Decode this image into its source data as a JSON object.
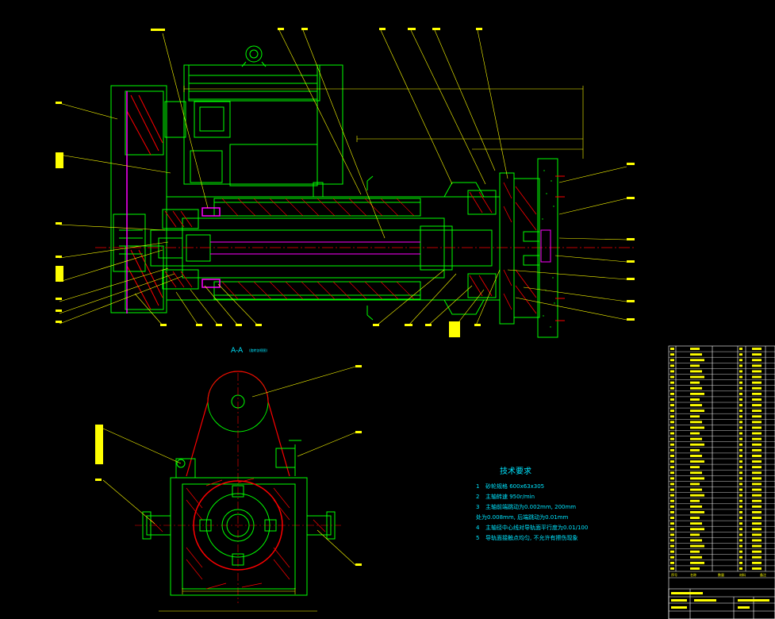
{
  "section_view": {
    "title": "A-A",
    "note": "(旋转剖视图)"
  },
  "technical_requirements": {
    "heading": "技术要求",
    "items": [
      {
        "no": "1",
        "text": "砂轮规格 600x63x305"
      },
      {
        "no": "2",
        "text": "主轴转速 950r/min"
      },
      {
        "no": "3",
        "text": "主轴前端跳动为0.002mm, 200mm"
      },
      {
        "no": "",
        "text": "处为0.008mm, 后端跳动为0.01mm"
      },
      {
        "no": "4",
        "text": "主轴径中心线对导轨面平行度为0.01/100"
      },
      {
        "no": "5",
        "text": "导轨面接触点均匀, 不允许有擦伤现象"
      }
    ]
  },
  "title_block": {
    "header": [
      "序号",
      "名称",
      "数量",
      "材料",
      "备注"
    ]
  },
  "colors": {
    "background": "#000000",
    "green": "#00ff00",
    "red": "#ff0000",
    "magenta": "#ff00ff",
    "yellow": "#ffff00",
    "cyan": "#00e5ff",
    "white": "#ffffff"
  }
}
